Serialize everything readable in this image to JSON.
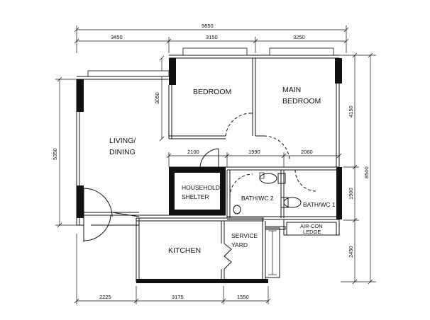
{
  "rooms": {
    "bedroom": "BEDROOM",
    "main_bedroom_1": "MAIN",
    "main_bedroom_2": "BEDROOM",
    "living_1": "LIVING/",
    "living_2": "DINING",
    "shelter_1": "HOUSEHOLD",
    "shelter_2": "SHELTER",
    "bath1": "BATH/WC 1",
    "bath2": "BATH/WC 2",
    "kitchen": "KITCHEN",
    "service_1": "SERVICE",
    "service_2": "YARD",
    "aircon_1": "AIR-CON",
    "aircon_2": "LEDGE"
  },
  "dimensions": {
    "top_total": "9850",
    "top_a": "3450",
    "top_b": "3150",
    "top_c": "3250",
    "inner_a": "2100",
    "inner_b": "1990",
    "inner_c": "2060",
    "bottom_a": "2225",
    "bottom_b": "3175",
    "bottom_c": "1550",
    "left_total": "5350",
    "left_bedroom": "3050",
    "right_a": "4150",
    "right_b": "1900",
    "right_c": "2450",
    "right_total": "8500"
  }
}
